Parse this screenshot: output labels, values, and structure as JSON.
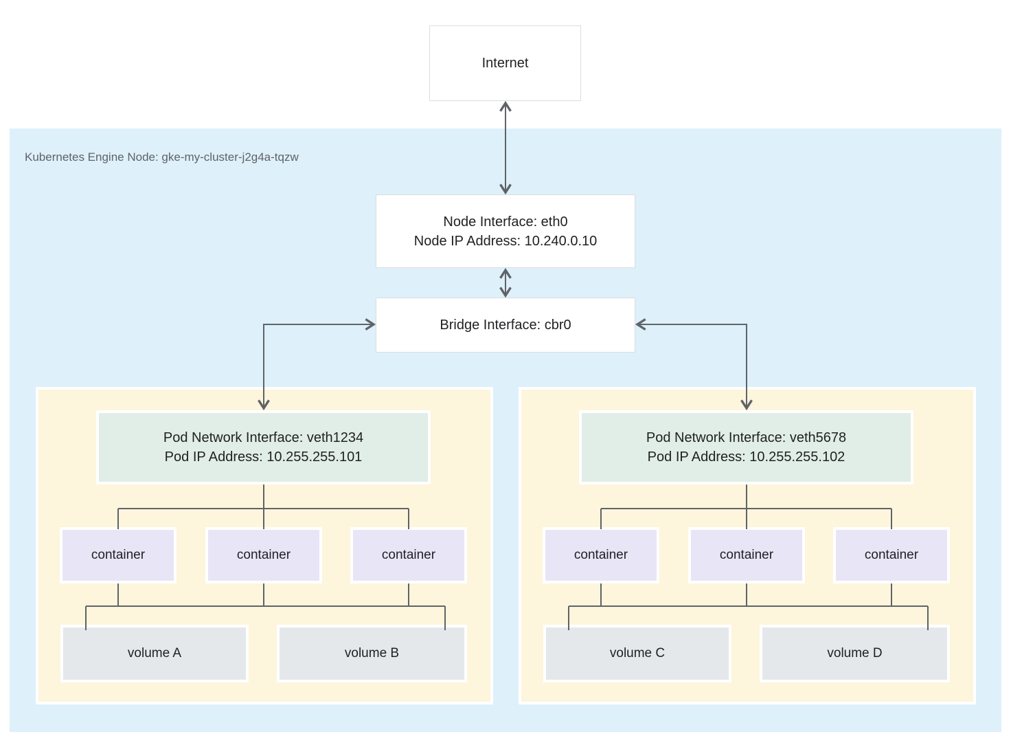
{
  "node_region": {
    "label": "Kubernetes Engine Node: gke-my-cluster-j2g4a-tqzw"
  },
  "internet": {
    "label": "Internet"
  },
  "node_interface": {
    "line1": "Node Interface: eth0",
    "line2": "Node IP Address: 10.240.0.10"
  },
  "bridge_interface": {
    "label": "Bridge Interface: cbr0"
  },
  "pods": [
    {
      "interface_line1": "Pod Network Interface: veth1234",
      "interface_line2": "Pod IP Address: 10.255.255.101",
      "containers": [
        "container",
        "container",
        "container"
      ],
      "volumes": [
        "volume A",
        "volume B"
      ]
    },
    {
      "interface_line1": "Pod Network Interface: veth5678",
      "interface_line2": "Pod IP Address: 10.255.255.102",
      "containers": [
        "container",
        "container",
        "container"
      ],
      "volumes": [
        "volume C",
        "volume D"
      ]
    }
  ],
  "colors": {
    "node_region_bg": "#def0fa",
    "pod_bg": "#fdf5dc",
    "pod_interface_bg": "#e1eee7",
    "container_bg": "#e8e5f6",
    "volume_bg": "#e4e8ea",
    "white_box_border": "#dadce0",
    "connector": "#5f6368",
    "text": "#202124",
    "region_label_text": "#5f6368"
  }
}
